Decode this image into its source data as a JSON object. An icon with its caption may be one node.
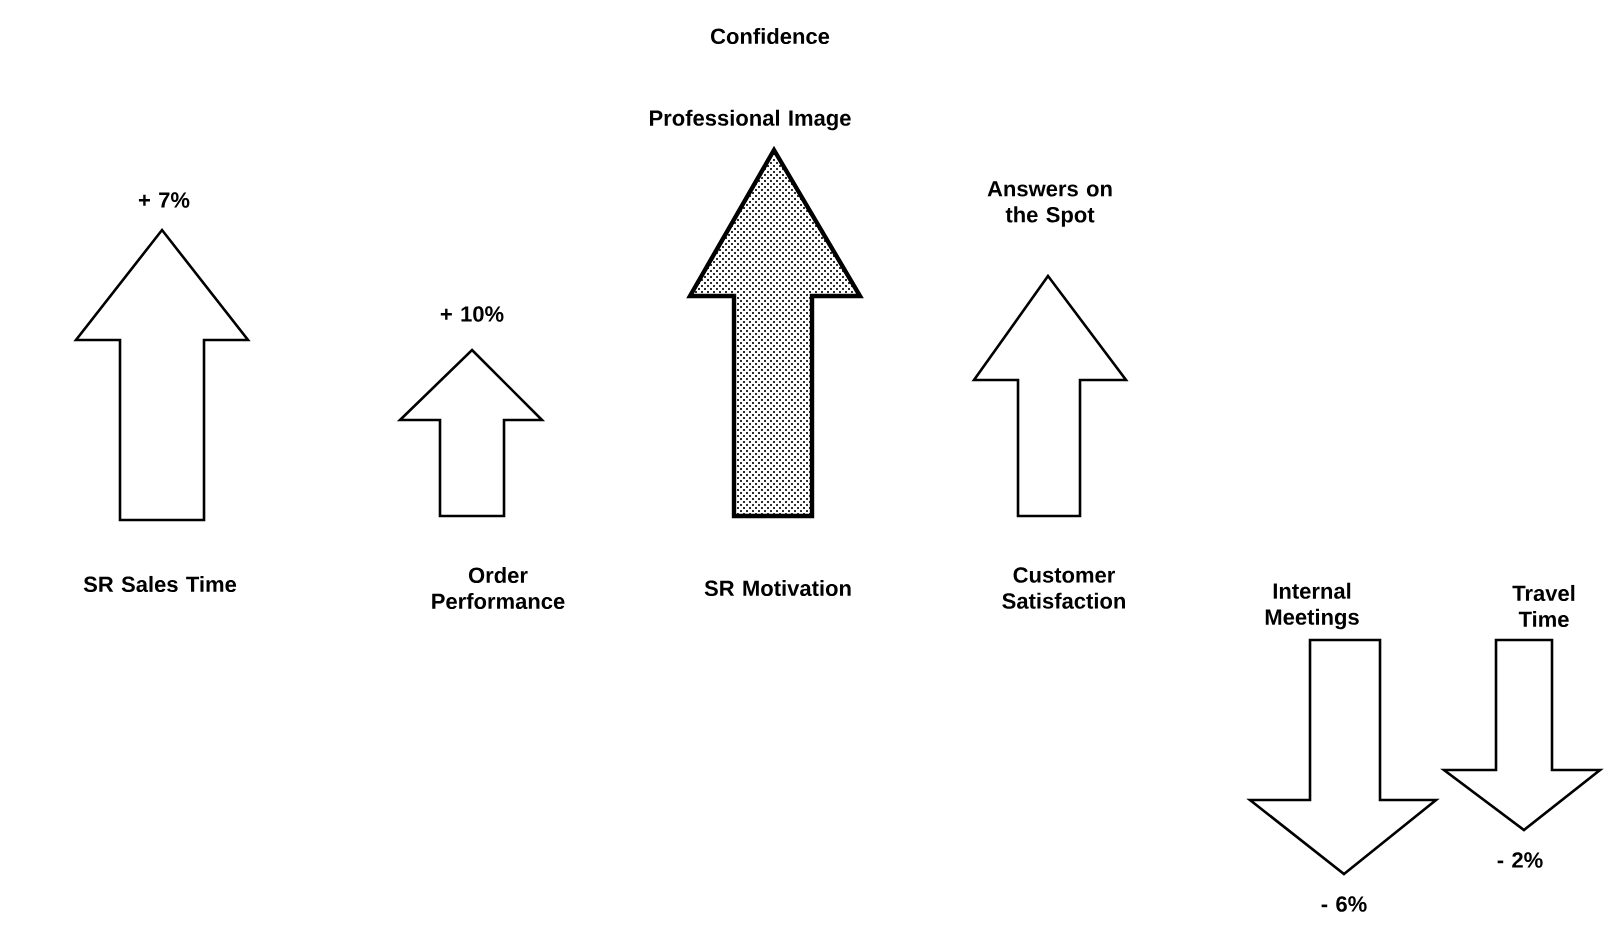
{
  "diagram": {
    "nodes": [
      {
        "text": [],
        "shape": "arrow",
        "beside": [
          "+ 7%",
          "SR Sales Time"
        ]
      },
      {
        "text": [],
        "shape": "arrow",
        "beside": [
          "+ 10%",
          "Order Performance"
        ]
      },
      {
        "text": [],
        "shape": "arrow",
        "beside": [
          "Confidence",
          "Professional Image",
          "SR Motivation"
        ]
      },
      {
        "text": [],
        "shape": "arrow",
        "beside": [
          "Answers on the Spot",
          "Customer Satisfaction"
        ]
      },
      {
        "text": [],
        "shape": "arrow",
        "beside": [
          "Internal Meetings",
          "- 6%"
        ]
      },
      {
        "text": [],
        "shape": "arrow",
        "beside": [
          "Travel Time",
          "- 2%"
        ]
      }
    ]
  }
}
